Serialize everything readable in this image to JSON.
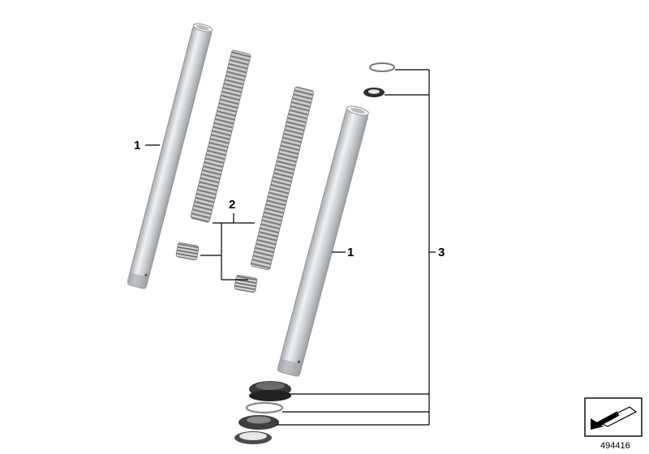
{
  "diagram": {
    "callouts": {
      "tube_left": "1",
      "springs": "2",
      "tube_right": "1",
      "set": "3"
    },
    "document_number": "494416",
    "colors": {
      "tube": "#d4d7da",
      "spring": "#9a9a9a",
      "seal": "#3a3a3a",
      "line": "#000000"
    },
    "icons": [
      "reorientation-arrow-icon"
    ]
  }
}
